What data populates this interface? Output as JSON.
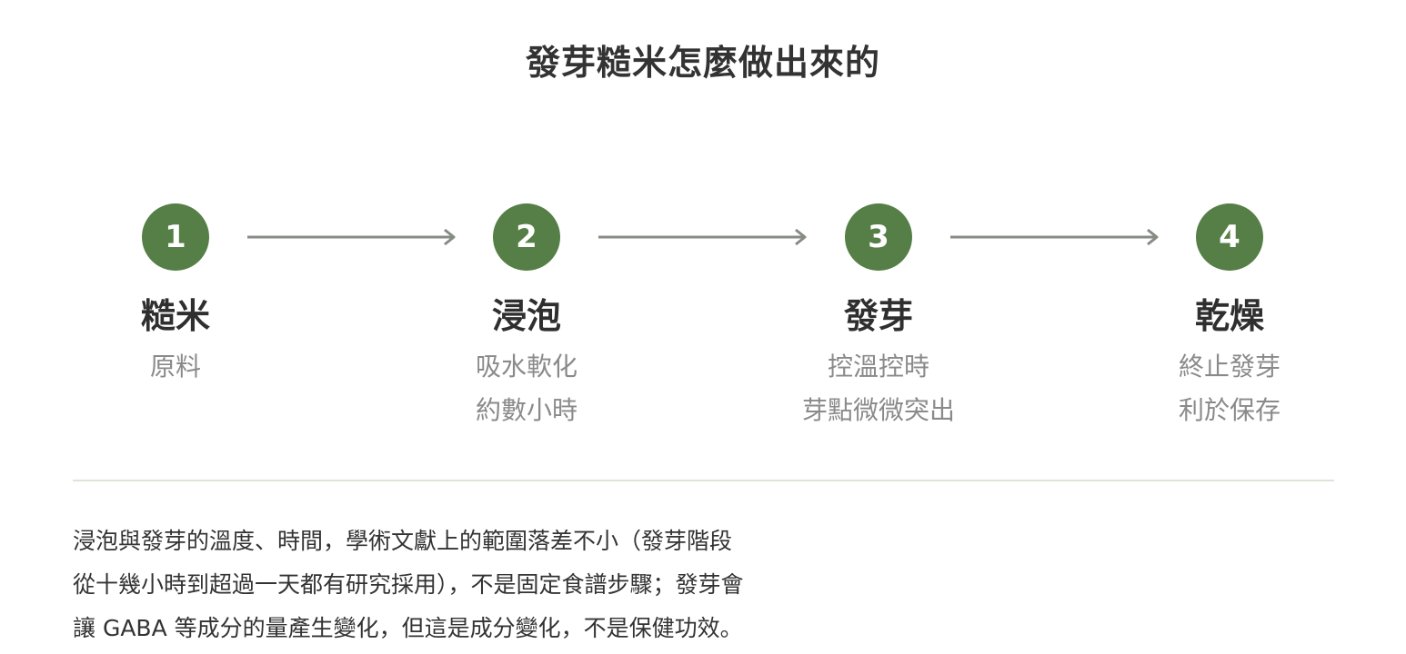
{
  "title": "發芽糙米怎麼做出來的",
  "steps": [
    {
      "number": "1",
      "name": "糙米",
      "desc": [
        "原料",
        ""
      ]
    },
    {
      "number": "2",
      "name": "浸泡",
      "desc": [
        "吸水軟化",
        "約數小時"
      ]
    },
    {
      "number": "3",
      "name": "發芽",
      "desc": [
        "控溫控時",
        "芽點微微突出"
      ]
    },
    {
      "number": "4",
      "name": "乾燥",
      "desc": [
        "終止發芽",
        "利於保存"
      ]
    }
  ],
  "note": [
    "浸泡與發芽的溫度、時間，學術文獻上的範圍落差不小（發芽階段",
    "從十幾小時到超過一天都有研究採用），不是固定食譜步驟；發芽會",
    "讓 GABA 等成分的量產生變化，但這是成分變化，不是保健功效。"
  ],
  "colors": {
    "accent": "#557f46",
    "arrow": "#868b84",
    "divider": "#dde5d6"
  }
}
